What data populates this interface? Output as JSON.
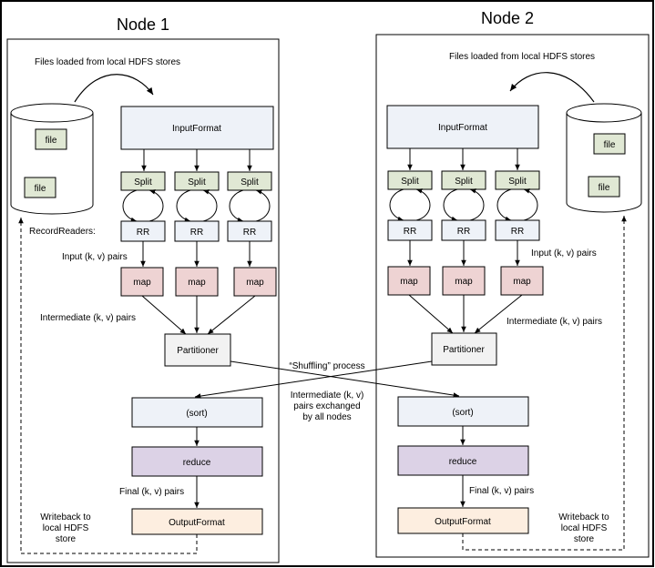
{
  "node1": {
    "title": "Node 1",
    "files_loaded": "Files loaded from local HDFS stores",
    "file_labels": [
      "file",
      "file"
    ],
    "input_format": "InputFormat",
    "splits": [
      "Split",
      "Split",
      "Split"
    ],
    "record_readers_label": "RecordReaders:",
    "rr": [
      "RR",
      "RR",
      "RR"
    ],
    "input_pairs": "Input (k, v) pairs",
    "maps": [
      "map",
      "map",
      "map"
    ],
    "intermediate_pairs": "Intermediate (k, v) pairs",
    "partitioner": "Partitioner",
    "sort": "(sort)",
    "reduce": "reduce",
    "final_pairs": "Final (k, v) pairs",
    "output_format": "OutputFormat",
    "writeback": [
      "Writeback to",
      "local HDFS",
      "store"
    ]
  },
  "node2": {
    "title": "Node 2",
    "files_loaded": "Files loaded from local HDFS stores",
    "file_labels": [
      "file",
      "file"
    ],
    "input_format": "InputFormat",
    "splits": [
      "Split",
      "Split",
      "Split"
    ],
    "rr": [
      "RR",
      "RR",
      "RR"
    ],
    "input_pairs": "Input (k, v) pairs",
    "maps": [
      "map",
      "map",
      "map"
    ],
    "intermediate_pairs": "Intermediate (k, v) pairs",
    "partitioner": "Partitioner",
    "sort": "(sort)",
    "reduce": "reduce",
    "final_pairs": "Final (k, v) pairs",
    "output_format": "OutputFormat",
    "writeback": [
      "Writeback to",
      "local HDFS",
      "store"
    ]
  },
  "shuffle": {
    "title": "“Shuffling” process",
    "desc": [
      "Intermediate (k, v)",
      "pairs exchanged",
      "by all nodes"
    ]
  },
  "colors": {
    "input_format_fill": "#eef2f8",
    "split_fill": "#e0e8d4",
    "rr_fill": "#eef2f8",
    "map_fill": "#eed3d3",
    "partitioner_fill": "#f2f2f2",
    "sort_fill": "#eef2f8",
    "reduce_fill": "#dcd2e6",
    "output_fill": "#fdeee0",
    "file_fill": "#e0e8d4"
  }
}
